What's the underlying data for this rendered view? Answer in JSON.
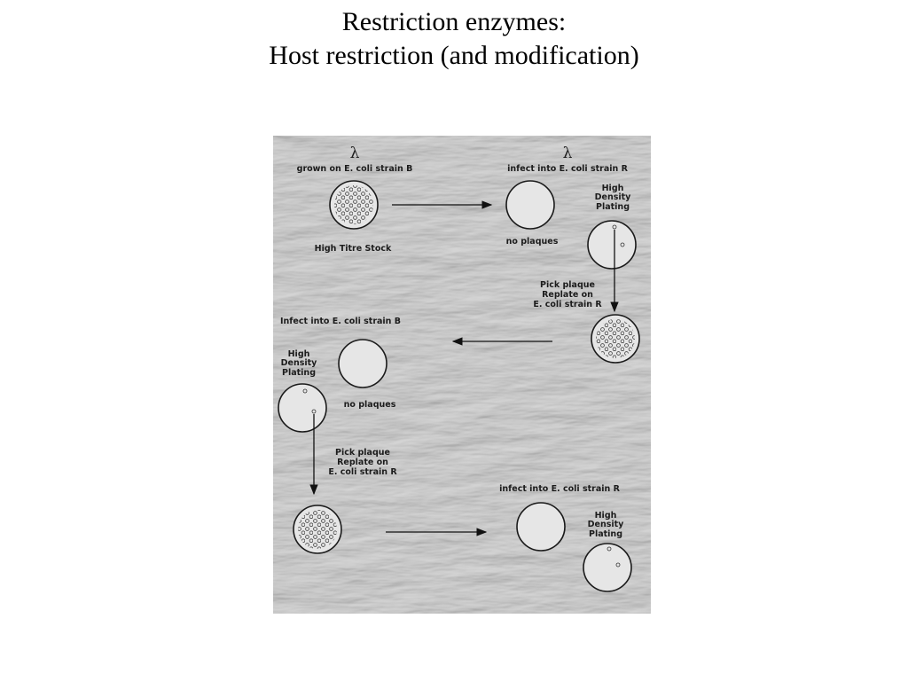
{
  "title": {
    "line1": "Restriction enzymes:",
    "line2": "Host restriction (and modification)"
  },
  "diagram": {
    "lambda_symbol": "λ",
    "labels": {
      "grown_on_b": "grown on E. coli strain B",
      "high_titre_stock": "High Titre Stock",
      "infect_r": "infect into E. coli strain R",
      "infect_b": "Infect into E. coli strain B",
      "no_plaques": "no plaques",
      "high_density": [
        "High",
        "Density",
        "Plating"
      ],
      "pick_plaque": [
        "Pick plaque",
        "Replate on",
        "E. coli strain R"
      ]
    }
  }
}
